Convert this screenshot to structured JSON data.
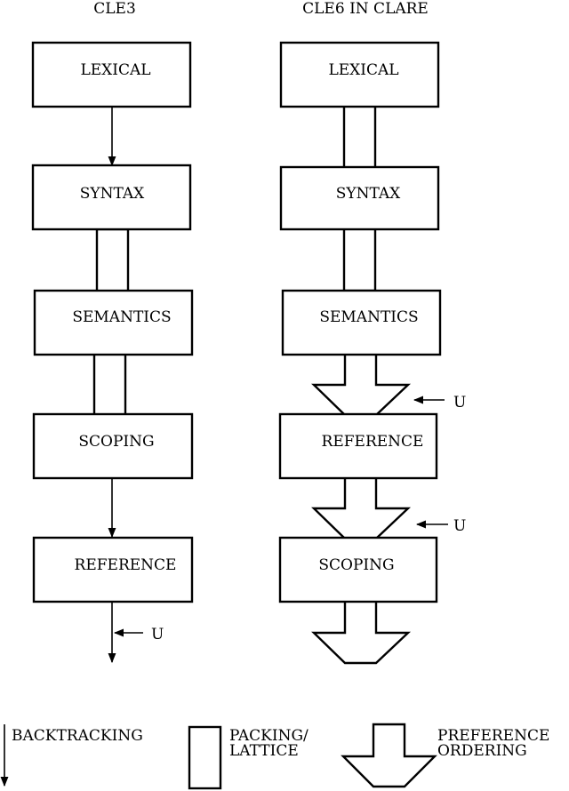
{
  "columns": {
    "left": {
      "title": "CLE3",
      "stages": [
        "LEXICAL",
        "SYNTAX",
        "SEMANTICS",
        "SCOPING",
        "REFERENCE"
      ]
    },
    "right": {
      "title": "CLE6 IN CLARE",
      "stages": [
        "LEXICAL",
        "SYNTAX",
        "SEMANTICS",
        "REFERENCE",
        "SCOPING"
      ]
    }
  },
  "input_marker": "U",
  "legend": {
    "backtracking": "BACKTRACKING",
    "packing_line1": "PACKING/",
    "packing_line2": "LATTICE",
    "preference_line1": "PREFERENCE",
    "preference_line2": "ORDERING"
  }
}
